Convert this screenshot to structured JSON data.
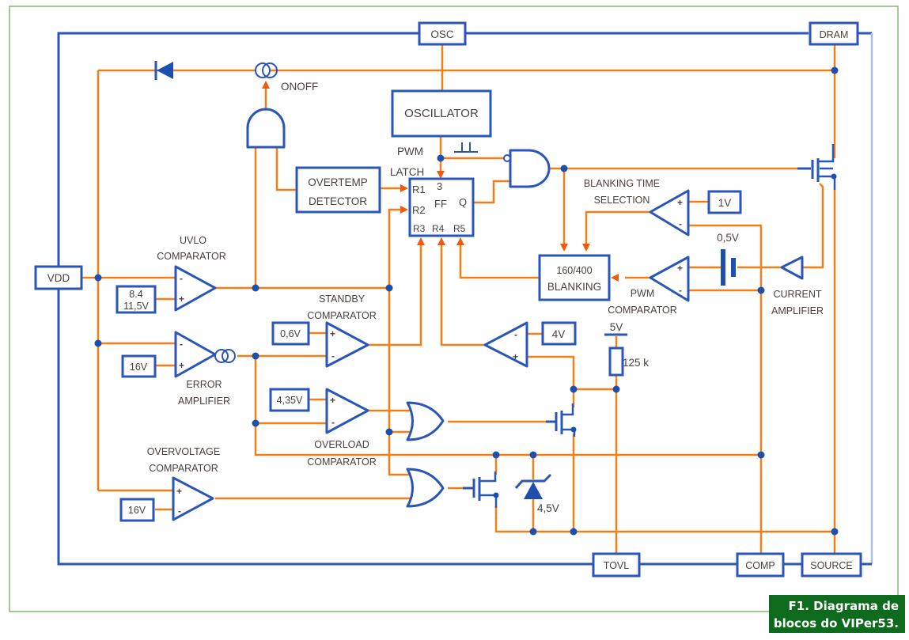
{
  "caption": {
    "line1": "F1. Diagrama de",
    "line2": "blocos do VIPer53."
  },
  "pins": {
    "osc": "OSC",
    "dram": "DRAM",
    "vdd": "VDD",
    "tovl": "TOVL",
    "comp": "COMP",
    "source": "SOURCE"
  },
  "blocks": {
    "oscillator": "OSCILLATOR",
    "overtemp_line1": "OVERTEMP",
    "overtemp_line2": "DETECTOR",
    "blanking_line1": "160/400",
    "blanking_line2": "BLANKING",
    "flipflop": {
      "r1": "R1",
      "r2": "R2",
      "r3": "R3",
      "r4": "R4",
      "r5": "R5",
      "num": "3",
      "ff": "FF",
      "q": "Q"
    }
  },
  "labels": {
    "onoff": "ONOFF",
    "pwm_latch_1": "PWM",
    "pwm_latch_2": "LATCH",
    "uvlo_1": "UVLO",
    "uvlo_2": "COMPARATOR",
    "standby_1": "STANDBY",
    "standby_2": "COMPARATOR",
    "error_1": "ERROR",
    "error_2": "AMPLIFIER",
    "overload_1": "OVERLOAD",
    "overload_2": "COMPARATOR",
    "overvoltage_1": "OVERVOLTAGE",
    "overvoltage_2": "COMPARATOR",
    "blanking_time_1": "BLANKING TIME",
    "blanking_time_2": "SELECTION",
    "pwm_comp_1": "PWM",
    "pwm_comp_2": "COMPARATOR",
    "current_amp_1": "CURRENT",
    "current_amp_2": "AMPLIFIER",
    "five_v": "5V",
    "resistor": "125 k",
    "zener": "4,5V",
    "battery": "0,5V"
  },
  "references": {
    "uvlo_1": "8.4",
    "uvlo_2": "11,5V",
    "error_amp": "16V",
    "overvoltage": "16V",
    "standby": "0,6V",
    "overload": "4,35V",
    "four_v": "4V",
    "one_v": "1V"
  },
  "signs": {
    "plus": "+",
    "minus": "-"
  },
  "colors": {
    "wire": "#f57f17",
    "block": "#2a56b8",
    "frame": "#7cb86e",
    "caption_bg": "#0e6b1d"
  }
}
